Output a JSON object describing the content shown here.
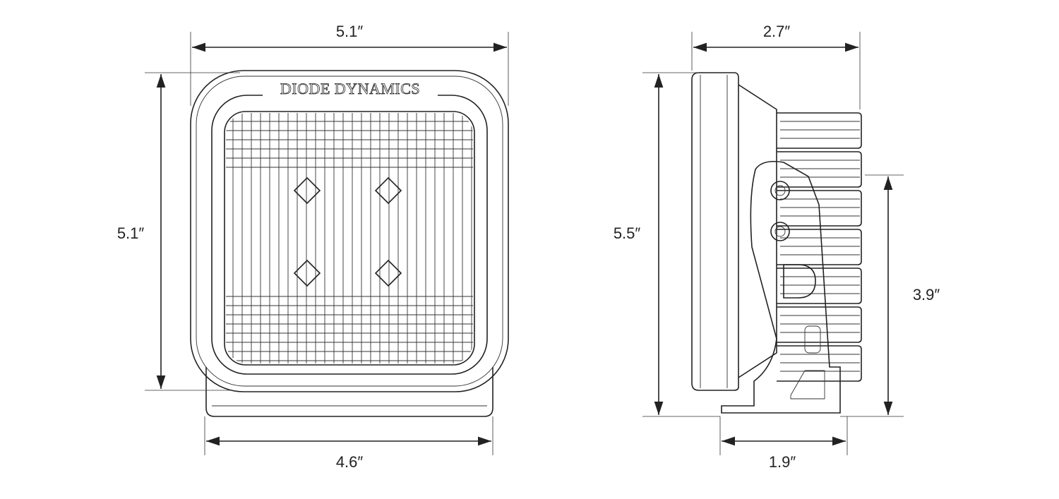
{
  "front_view": {
    "brand_logo": "DIODE DYNAMICS",
    "width_label": "5.1″",
    "height_label": "5.1″",
    "bracket_width_label": "4.6″"
  },
  "side_view": {
    "depth_label": "2.7″",
    "height_label": "5.5″",
    "mount_height_label": "3.9″",
    "bracket_depth_label": "1.9″"
  }
}
